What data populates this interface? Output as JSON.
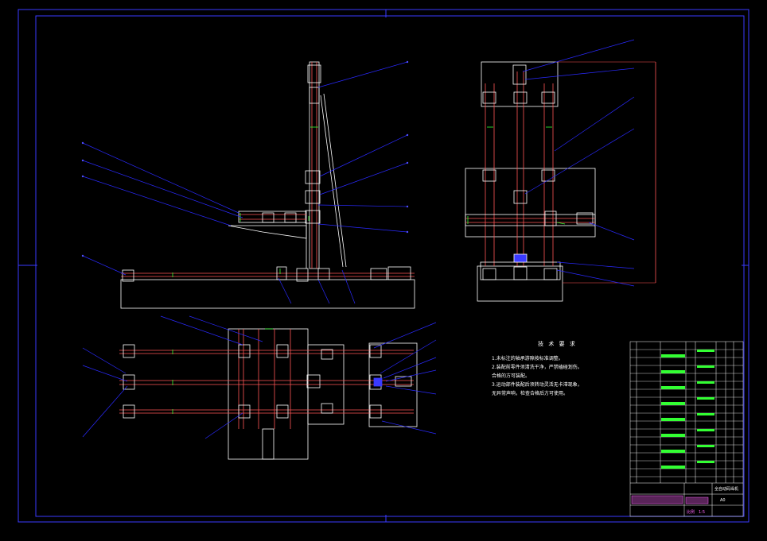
{
  "colors": {
    "background": "#000000",
    "frame": "#3a3aff",
    "leader": "#2a2aff",
    "outline": "#ffffff",
    "part": "#ff5555",
    "highlight": "#33ff33",
    "table_pink": "#ff66ff"
  },
  "technical_notes": {
    "title": "技 术 要 求",
    "lines": [
      "1.未标注的轴承游隙按标准调整。",
      "2.装配前零件须清洗干净，严禁磕碰划伤。",
      "合格的方可装配。",
      "3.运动部件装配后须转动灵活无卡滞现象，",
      "无异常声响，检查合格后方可使用。"
    ]
  },
  "title_block": {
    "drawing_title": "全自动码垛机",
    "drawing_no": "A0",
    "scale_label": "比例",
    "scale_value": "1:5"
  },
  "views": [
    "front-view",
    "side-view",
    "top-view"
  ]
}
